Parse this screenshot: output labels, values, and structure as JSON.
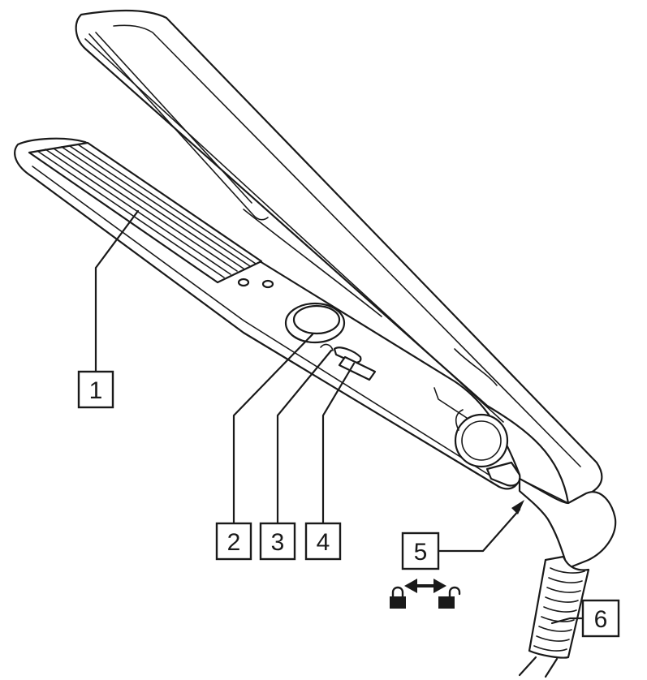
{
  "diagram": {
    "callouts": [
      {
        "id": "1",
        "label": "1"
      },
      {
        "id": "2",
        "label": "2"
      },
      {
        "id": "3",
        "label": "3"
      },
      {
        "id": "4",
        "label": "4"
      },
      {
        "id": "5",
        "label": "5"
      },
      {
        "id": "6",
        "label": "6"
      }
    ],
    "lock_indicator": {
      "left_icon": "lock-closed-icon",
      "right_icon": "lock-open-icon",
      "arrow_icon": "double-arrow-icon"
    },
    "colors": {
      "line": "#1a1a1a",
      "background": "#ffffff"
    }
  }
}
